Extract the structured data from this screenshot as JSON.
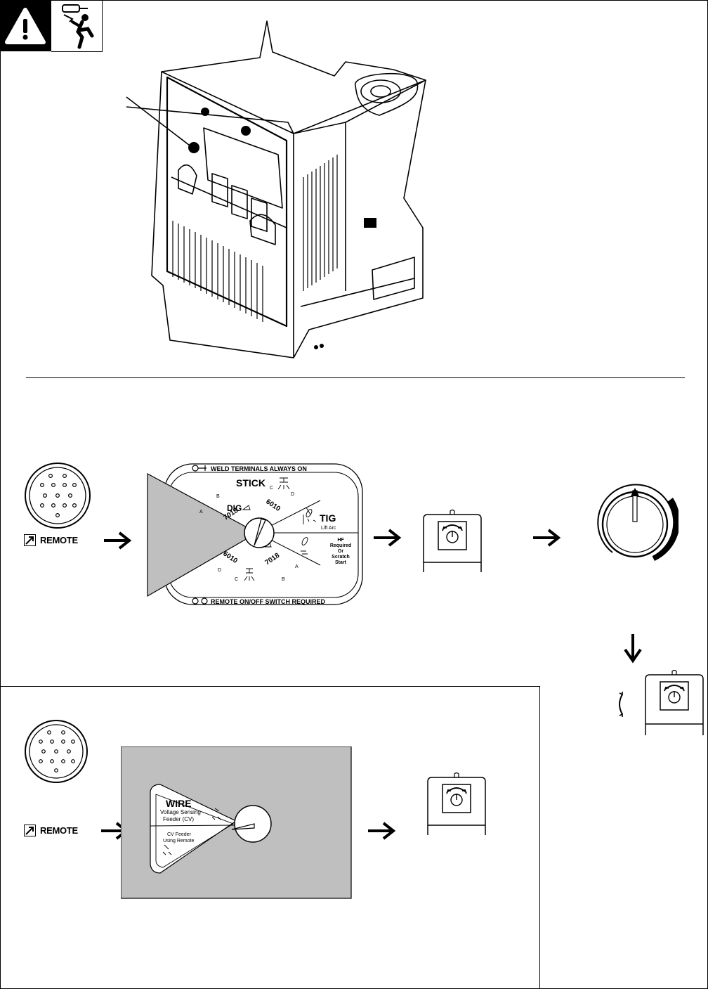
{
  "remote_label": "REMOTE",
  "stick_dial": {
    "terminals_on": "WELD TERMINALS ALWAYS ON",
    "remote_required": "REMOTE ON/OFF SWITCH REQUIRED",
    "stick": "STICK",
    "dig": "DIG",
    "tig": "TIG",
    "lift_arc": "Lift Arc",
    "hf_lines": [
      "HF",
      "Required",
      "Or",
      "Scratch",
      "Start"
    ],
    "upper_numbers": [
      "7018",
      "6010"
    ],
    "lower_numbers": [
      "6010",
      "7018"
    ],
    "upper_letters": [
      "A",
      "B",
      "C",
      "D"
    ],
    "lower_letters": [
      "D",
      "C",
      "B",
      "A"
    ]
  },
  "wire_dial": {
    "wire": "WIRE",
    "voltage_sensing": "Voltage Sensing",
    "feeder_cv": "Feeder (CV)",
    "cv_feeder": "CV Feeder",
    "using_remote": "Using Remote"
  },
  "icons": {
    "warning": "warning-triangle-icon",
    "shock": "electric-shock-icon",
    "connector": "remote-14-pin-connector-icon",
    "switch": "engine-switch-icon",
    "knob": "control-knob-icon",
    "arrow": "arrow-right-icon"
  },
  "colors": {
    "line": "#000000",
    "shade": "#bfbfbf",
    "background": "#ffffff"
  }
}
